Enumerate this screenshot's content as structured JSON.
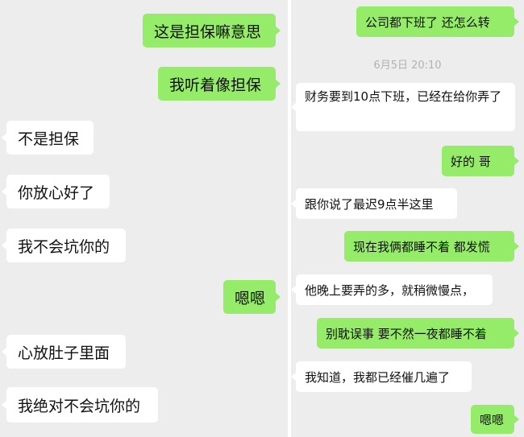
{
  "left_panel": {
    "messages": [
      {
        "side": "out",
        "text": "这是担保嘛意思"
      },
      {
        "side": "out",
        "text": "我听着像担保"
      },
      {
        "side": "in",
        "text": "不是担保"
      },
      {
        "side": "in",
        "text": "你放心好了"
      },
      {
        "side": "in",
        "text": "我不会坑你的"
      },
      {
        "side": "out",
        "text": "嗯嗯"
      },
      {
        "side": "in",
        "text": "心放肚子里面"
      },
      {
        "side": "in",
        "text": "我绝对不会坑你的"
      }
    ]
  },
  "right_panel": {
    "timestamp": "6月5日 20:10",
    "messages": [
      {
        "side": "out",
        "text": "公司都下班了  还怎么转"
      },
      {
        "side": "in",
        "text": "财务要到10点下班，已经在给你弄了"
      },
      {
        "side": "out",
        "text": "好的 哥"
      },
      {
        "side": "in",
        "text": "跟你说了最迟9点半这里"
      },
      {
        "side": "out",
        "text": "现在我俩都睡不着  都发慌"
      },
      {
        "side": "in",
        "text": "他晚上要弄的多，就稍微慢点，"
      },
      {
        "side": "out",
        "text": "别耽误事  要不然一夜都睡不着"
      },
      {
        "side": "in",
        "text": "我知道，我都已经催几遍了"
      },
      {
        "side": "out",
        "text": "嗯嗯"
      }
    ]
  }
}
